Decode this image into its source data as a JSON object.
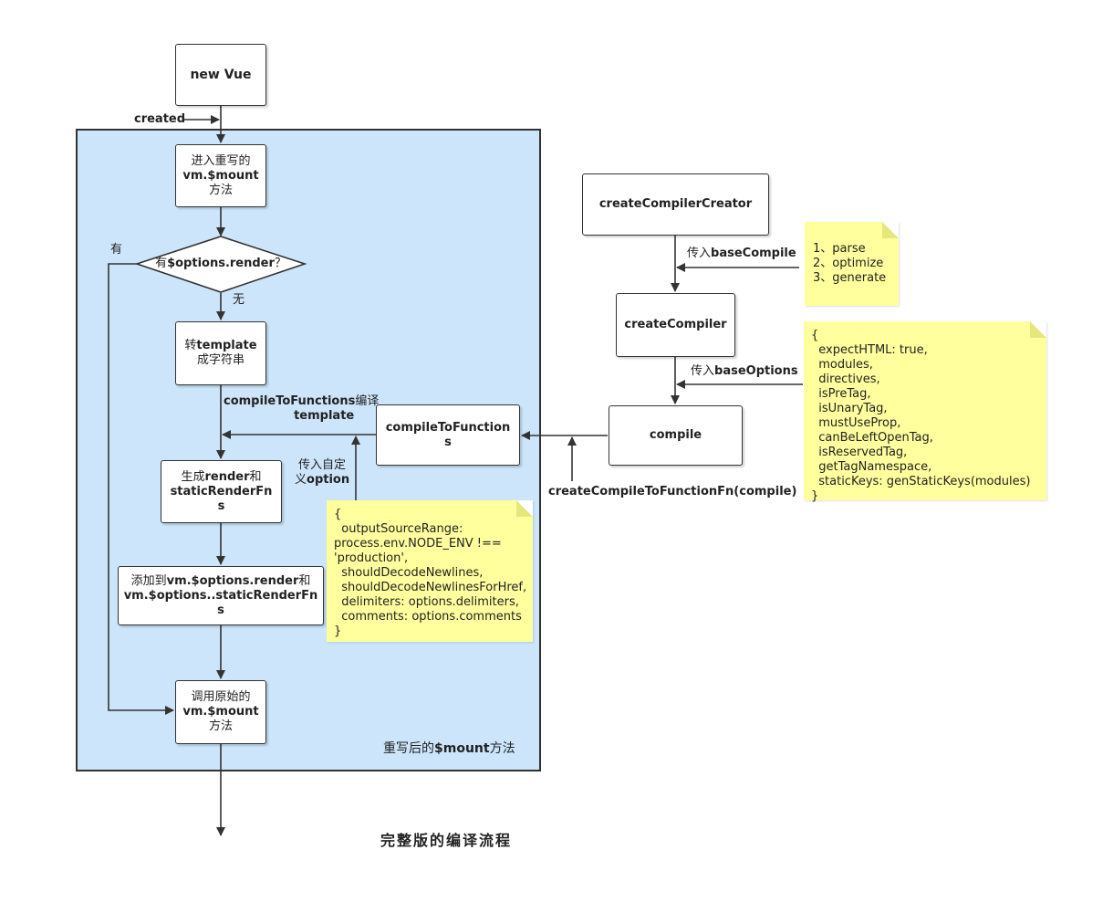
{
  "nodes": {
    "new_vue": "new Vue",
    "enter_mount": {
      "l1": "进入重写的",
      "l2": "vm.$mount",
      "l3": "方法"
    },
    "has_render": {
      "pre": "有",
      "code": "$options.render",
      "post": "？"
    },
    "to_template": {
      "pre": "转",
      "code": "template",
      "l2": "成字符串"
    },
    "gen_render": {
      "pre": "生成",
      "code": "render",
      "post": "和",
      "l2": "staticRenderFn",
      "l3": "s"
    },
    "add_to": {
      "pre": "添加到",
      "code": "vm.$options.render",
      "post": "和",
      "l2": "vm.$options..staticRenderFn",
      "l3": "s"
    },
    "call_mount": {
      "l1": "调用原始的",
      "l2": "vm.$mount",
      "l3": "方法"
    },
    "compile_to_functions": {
      "l1": "compileToFunction",
      "l2": "s"
    },
    "create_compiler_creator": "createCompilerCreator",
    "create_compiler": "createCompiler",
    "compile": "compile"
  },
  "labels": {
    "created": "created",
    "yes": "有",
    "no": "无",
    "compile_template_code": "compileToFunctions",
    "compile_template_cn": "编译",
    "compile_template_l2": "template",
    "custom_option_l1": "传入自定",
    "custom_option_l2_pre": "义",
    "custom_option_l2_code": "option",
    "pass_base_compile_pre": "传入",
    "pass_base_compile_code": "baseCompile",
    "pass_base_options_pre": "传入",
    "pass_base_options_code": "baseOptions",
    "create_compile_fn": "createCompileToFunctionFn(compile)",
    "region_pre": "重写后的",
    "region_code": "$mount",
    "region_post": "方法"
  },
  "notes": {
    "base_compile": "1、parse\n2、optimize\n3、generate",
    "base_options": "{\n  expectHTML: true,\n  modules,\n  directives,\n  isPreTag,\n  isUnaryTag,\n  mustUseProp,\n  canBeLeftOpenTag,\n  isReservedTag,\n  getTagNamespace,\n  staticKeys: genStaticKeys(modules)\n}",
    "custom_option": "{\n  outputSourceRange:\nprocess.env.NODE_ENV !==\n'production',\n  shouldDecodeNewlines,\n  shouldDecodeNewlinesForHref,\n  delimiters: options.delimiters,\n  comments: options.comments\n}"
  },
  "caption": "完整版的编译流程",
  "colors": {
    "region_fill": "#cce5fb",
    "note_fill": "#ffff9d",
    "stroke": "#333333"
  }
}
